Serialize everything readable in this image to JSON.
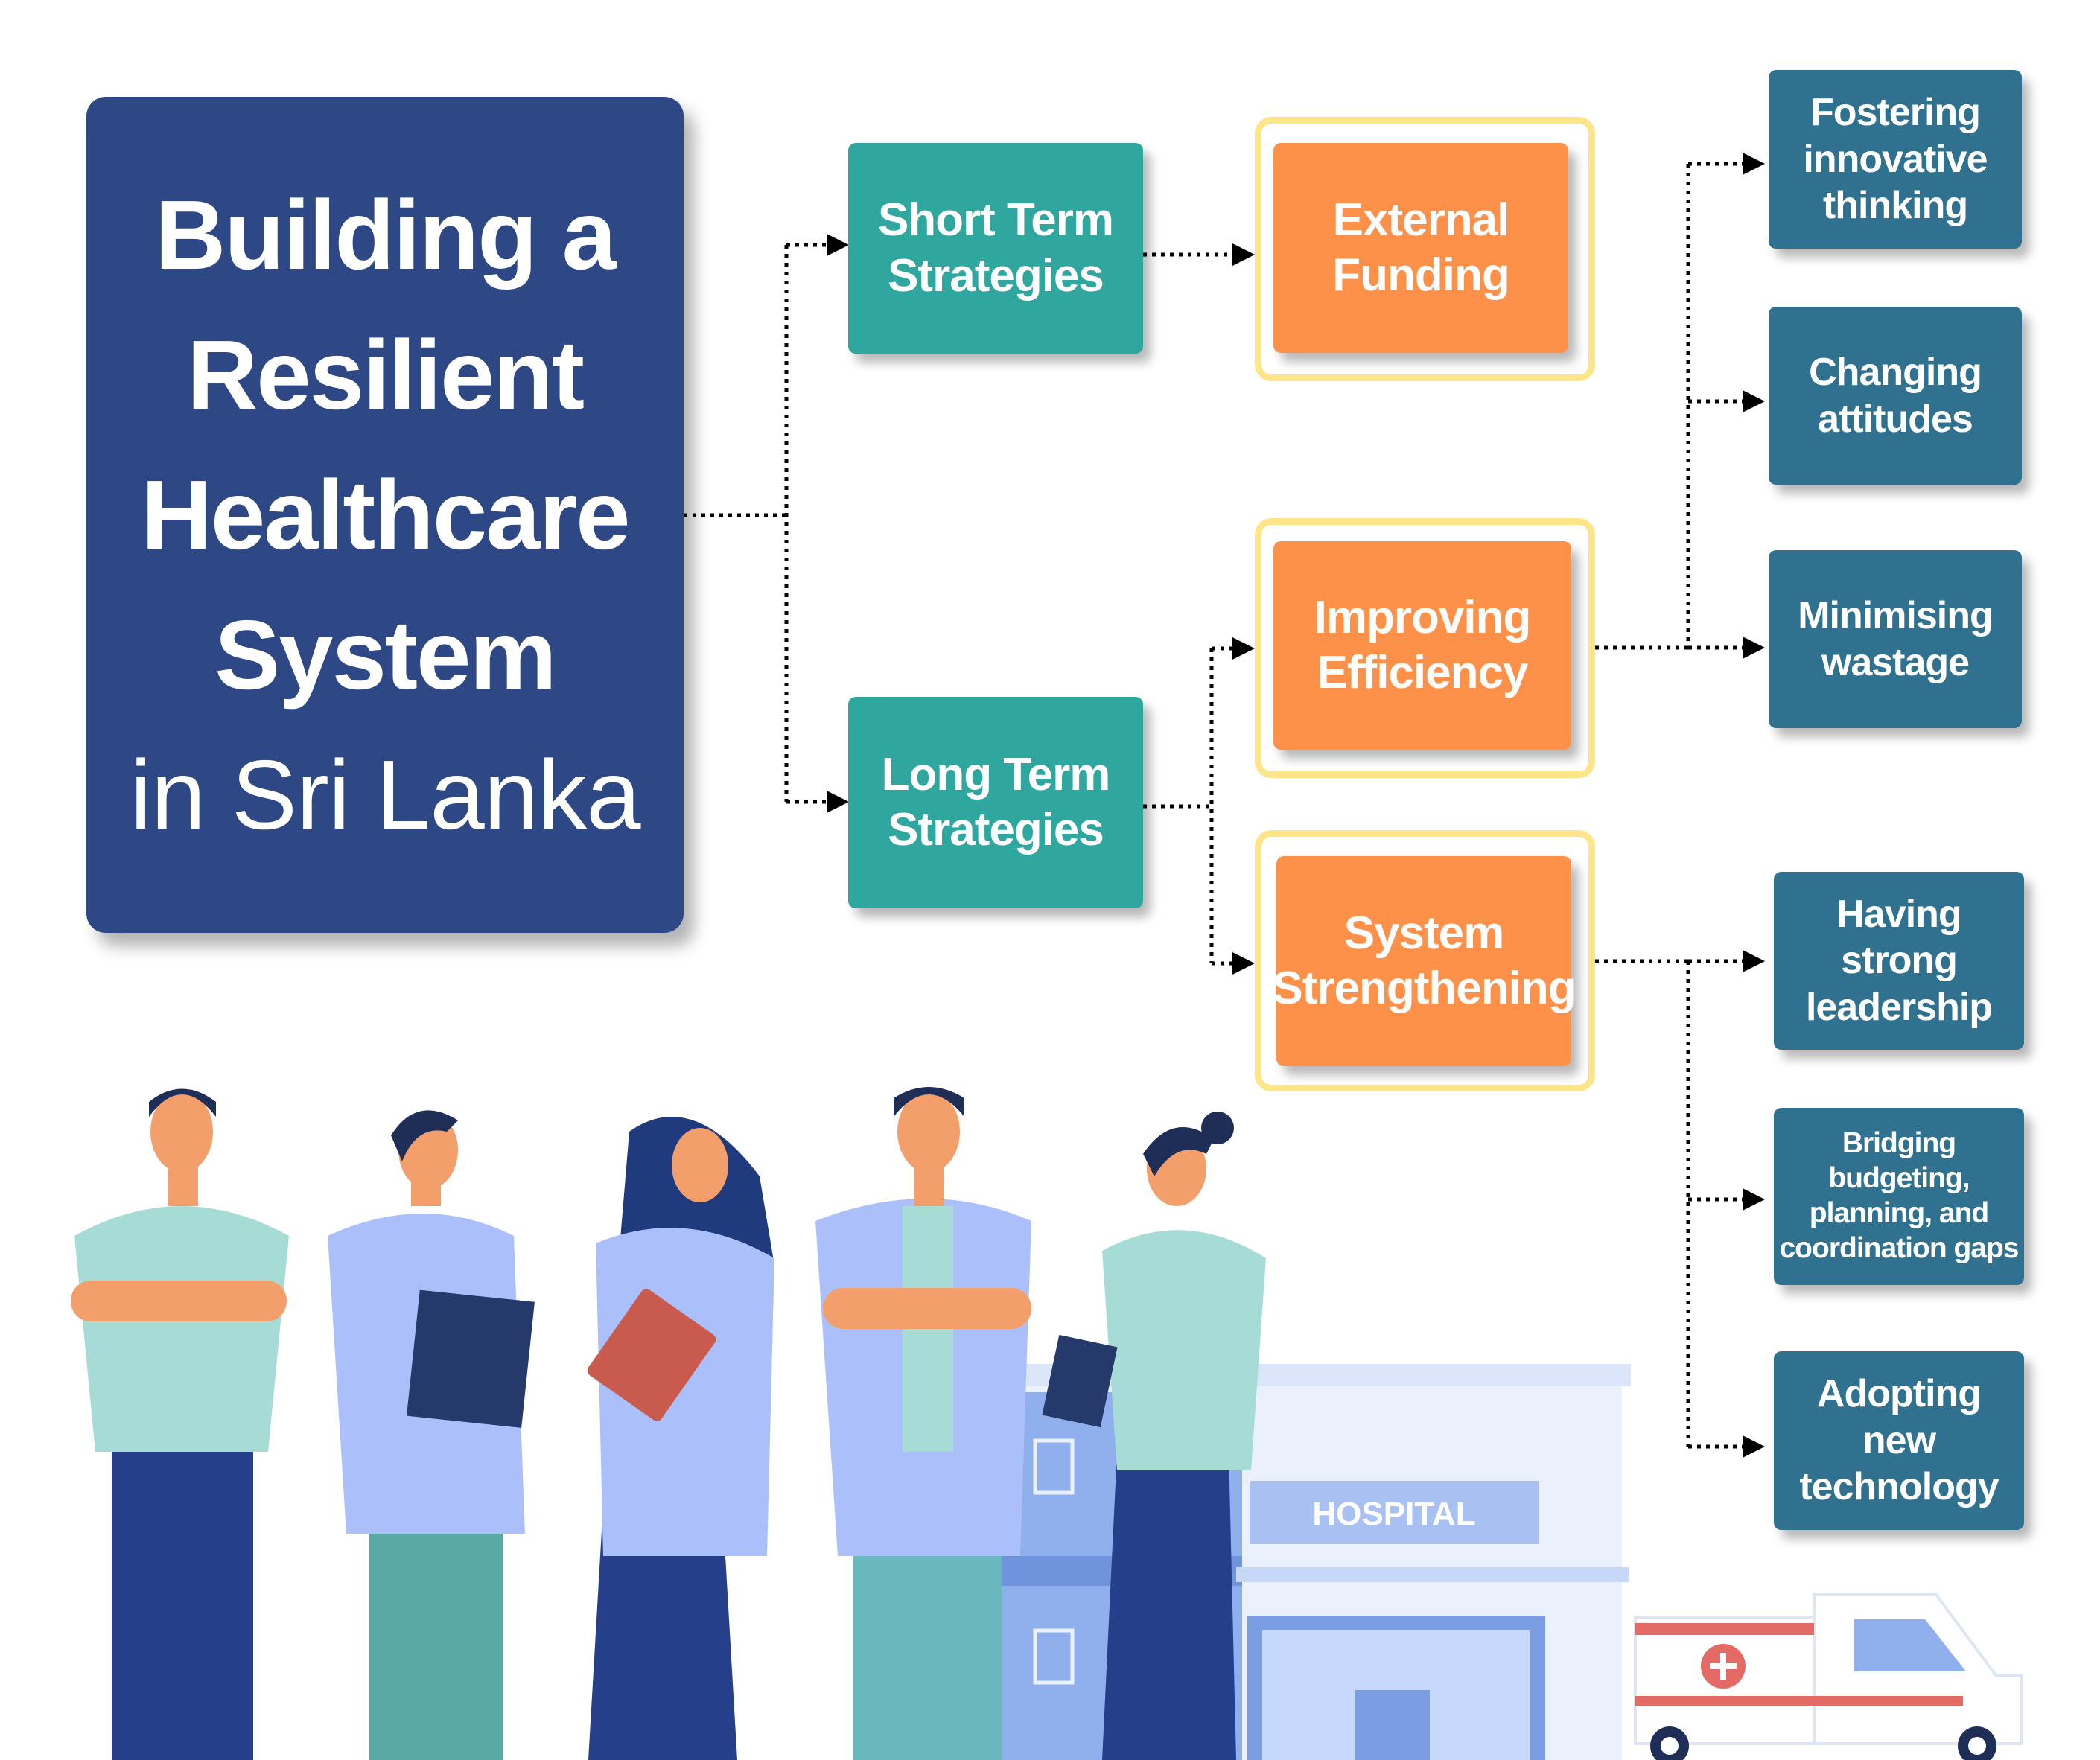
{
  "title": {
    "line1": "Building a",
    "line2": "Resilient",
    "line3": "Healthcare",
    "line4": "System",
    "subtitle": "in Sri Lanka"
  },
  "strategies": {
    "short": "Short Term\nStrategies",
    "long": "Long Term\nStrategies"
  },
  "actions": {
    "external": "External\nFunding",
    "efficiency": "Improving\nEfficiency",
    "strengthening": "System\nStrengthening"
  },
  "outcomes": {
    "fostering": "Fostering\ninnovative\nthinking",
    "changing": "Changing\nattitudes",
    "minimising": "Minimising\nwastage",
    "leadership": "Having\nstrong\nleadership",
    "bridging": "Bridging\nbudgeting,\nplanning, and\ncoordination gaps",
    "adopting": "Adopting\nnew\ntechnology"
  },
  "illustration": {
    "hospital_sign": "HOSPITAL"
  },
  "colors": {
    "title_bg": "#2e4785",
    "teal": "#2fa79f",
    "orange": "#fe914a",
    "outline": "#ffe58a",
    "outcome": "#2f718e"
  }
}
